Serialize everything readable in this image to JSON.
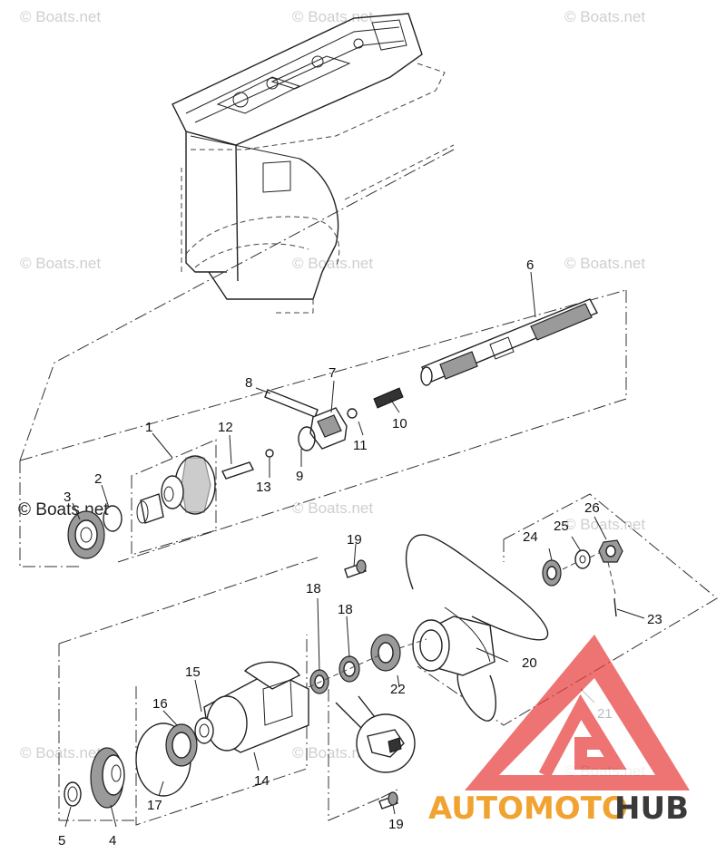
{
  "watermark": {
    "text": "© Boats.net"
  },
  "callouts": {
    "c1": "1",
    "c2": "2",
    "c3": "3",
    "c4": "4",
    "c5": "5",
    "c6": "6",
    "c7": "7",
    "c8": "8",
    "c9": "9",
    "c10": "10",
    "c11": "11",
    "c12": "12",
    "c13": "13",
    "c14": "14",
    "c15": "15",
    "c16": "16",
    "c17": "17",
    "c18a": "18",
    "c18b": "18",
    "c19a": "19",
    "c19b": "19",
    "c20": "20",
    "c21": "21",
    "c22": "22",
    "c23": "23",
    "c24": "24",
    "c25": "25",
    "c26": "26"
  },
  "brand": {
    "part1": "AUTOMOTO",
    "part2": "HUB",
    "color_primary": "#f0a330",
    "color_secondary": "#3a3a3a",
    "logo_color": "#e84040"
  }
}
